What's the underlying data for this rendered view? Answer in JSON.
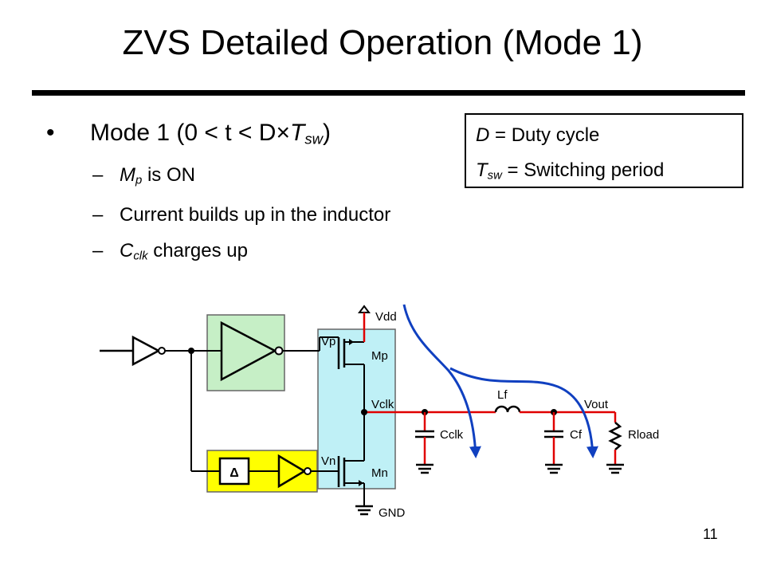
{
  "slide": {
    "title": "ZVS Detailed Operation (Mode 1)",
    "page_number": "11"
  },
  "bullet": {
    "marker": "•",
    "pre": "Mode 1 (0 < t < D",
    "times": "×",
    "T": "T",
    "sw": "sw",
    "post": ")"
  },
  "subitems": {
    "dash": "–",
    "mp_letter": "M",
    "mp_sub": "p",
    "mp_rest": " is ON",
    "current": "Current builds up in the inductor",
    "c_letter": "C",
    "c_sub": "clk",
    "c_rest": " charges up"
  },
  "definitions": {
    "d_letter": "D",
    "d_rest": " = Duty cycle",
    "t_letter": "T",
    "t_sub": "sw",
    "t_rest": " = Switching period"
  },
  "circuit": {
    "labels": {
      "vdd": "Vdd",
      "vp": "Vp",
      "mp": "Mp",
      "vclk": "Vclk",
      "lf": "Lf",
      "vout": "Vout",
      "cclk": "Cclk",
      "cf": "Cf",
      "rload": "Rload",
      "vn": "Vn",
      "mn": "Mn",
      "gnd": "GND",
      "delay": "Δ"
    },
    "colors": {
      "wire": "#000000",
      "active_path": "#e00000",
      "current_arrow": "#1040c0",
      "driver_box": "#c6efc6",
      "switch_box": "#bff0f6",
      "delay_box": "#ffff00"
    }
  }
}
